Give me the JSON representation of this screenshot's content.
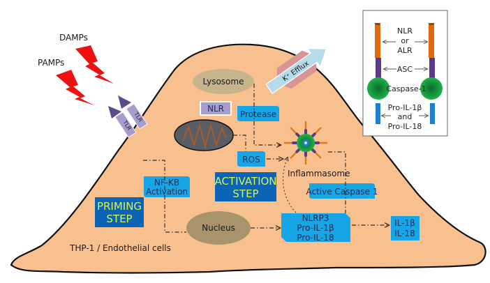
{
  "title": "Inflammasome activation in THP-1 / Endothelial cells",
  "signals": {
    "damps": "DAMPs",
    "pamps": "PAMPs"
  },
  "receptors": {
    "tlr_1": "TLR",
    "tlr_2": "TLR"
  },
  "channel": {
    "label": "K⁺ Efflux"
  },
  "organelles": {
    "lysosome": "Lysosome",
    "nucleus": "Nucleus",
    "mitochondrion": "mitochondrion"
  },
  "boxes": {
    "nlr": "NLR",
    "protease": "Protease",
    "ros": "ROS",
    "nfkb_line1": "NF-KB",
    "nfkb_line2": "Activation",
    "active_caspase": "Active Caspase 1",
    "nlrp3_line1": "NLRP3",
    "nlrp3_line2": "Pro-IL-1β",
    "nlrp3_line3": "Pro-IL-18",
    "il_line1": "IL-1β",
    "il_line2": "IL-18"
  },
  "steps": {
    "priming_line1": "PRIMING",
    "priming_line2": "STEP",
    "activation_line1": "ACTIVATION",
    "activation_line2": "STEP"
  },
  "inflammasome_label": "Inflammasome",
  "cell_label": "THP-1 / Endothelial cells",
  "legend": {
    "nlr_line1": "NLR",
    "nlr_line2": "or",
    "nlr_line3": "ALR",
    "asc": "ASC",
    "caspase": "Caspase-1",
    "pro_line1": "Pro-IL-1β",
    "pro_line2": "and",
    "pro_line3": "Pro-IL-18"
  },
  "colors": {
    "cell": "#f8c08f",
    "cell_outline": "#111111",
    "bolt": "#ee1111",
    "tlr_body": "#a79ccb",
    "tlr_head": "#5b4b8a",
    "box_light": "#16a5e6",
    "box_dark": "#0b64b5",
    "step_text": "#d8f54a",
    "organelle": "#a8946a",
    "mito": "#5a5e64",
    "mito_stripe": "#a35d2c",
    "channel": "#d99595",
    "efflux_arrow": "#b7dce9",
    "legend_orange": "#e06a10",
    "legend_purple": "#5a3a8a",
    "legend_green": "#18a040",
    "legend_blue": "#1e7fd0",
    "bracket": "#20a050"
  }
}
